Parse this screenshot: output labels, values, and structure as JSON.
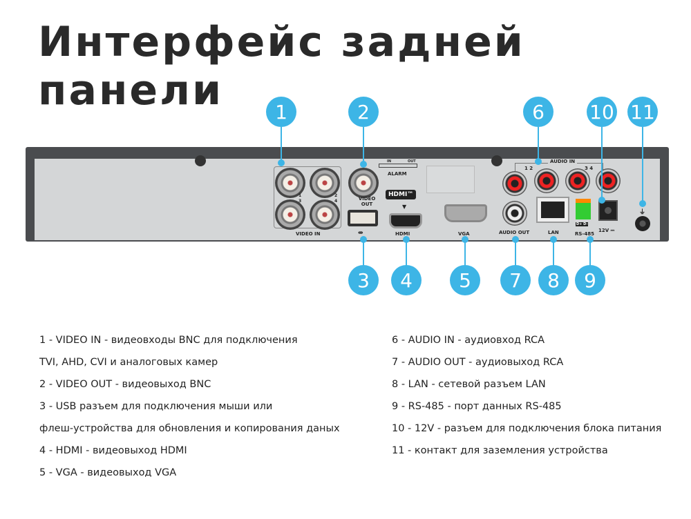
{
  "title": "Интерфейс задней панели",
  "accent_color": "#3db5e6",
  "panel_labels": {
    "video_in": "VIDEO IN",
    "video_out": "VIDEO OUT",
    "alarm": "ALARM",
    "alarm_in": "IN",
    "alarm_out": "OUT",
    "hdmi_logo": "HDMI™",
    "hdmi": "HDMI",
    "vga": "VGA",
    "audio_in": "AUDIO IN",
    "audio_in_12": "1 2",
    "audio_in_34": "3 4",
    "audio_out": "AUDIO OUT",
    "lan": "LAN",
    "rs485": "RS-485",
    "rs485_pins": "D+ D-",
    "power": "12V ⎓",
    "bnc_13": "1 3",
    "bnc_24": "2 4"
  },
  "callouts": [
    "1",
    "2",
    "3",
    "4",
    "5",
    "6",
    "7",
    "8",
    "9",
    "10",
    "11"
  ],
  "descriptions_left": [
    "1 - VIDEO IN - видеовходы BNC для подключения",
    "TVI, AHD, CVI и аналоговых камер",
    "2 - VIDEO OUT - видеовыход BNC",
    "3 - USB разъем для подключения мыши или",
    "флеш-устройства для обновления и копирования даных",
    "4 - HDMI - видеовыход HDMI",
    "5 - VGA - видеовыход VGA"
  ],
  "descriptions_right": [
    "6 - AUDIO IN - аудиовход RCA",
    "7 - AUDIO OUT - аудиовыход RCA",
    "8 - LAN - сетевой разъем LAN",
    "9 - RS-485 - порт данных RS-485",
    "10 - 12V - разъем для подключения блока питания",
    "11 - контакт для заземления устройства"
  ]
}
